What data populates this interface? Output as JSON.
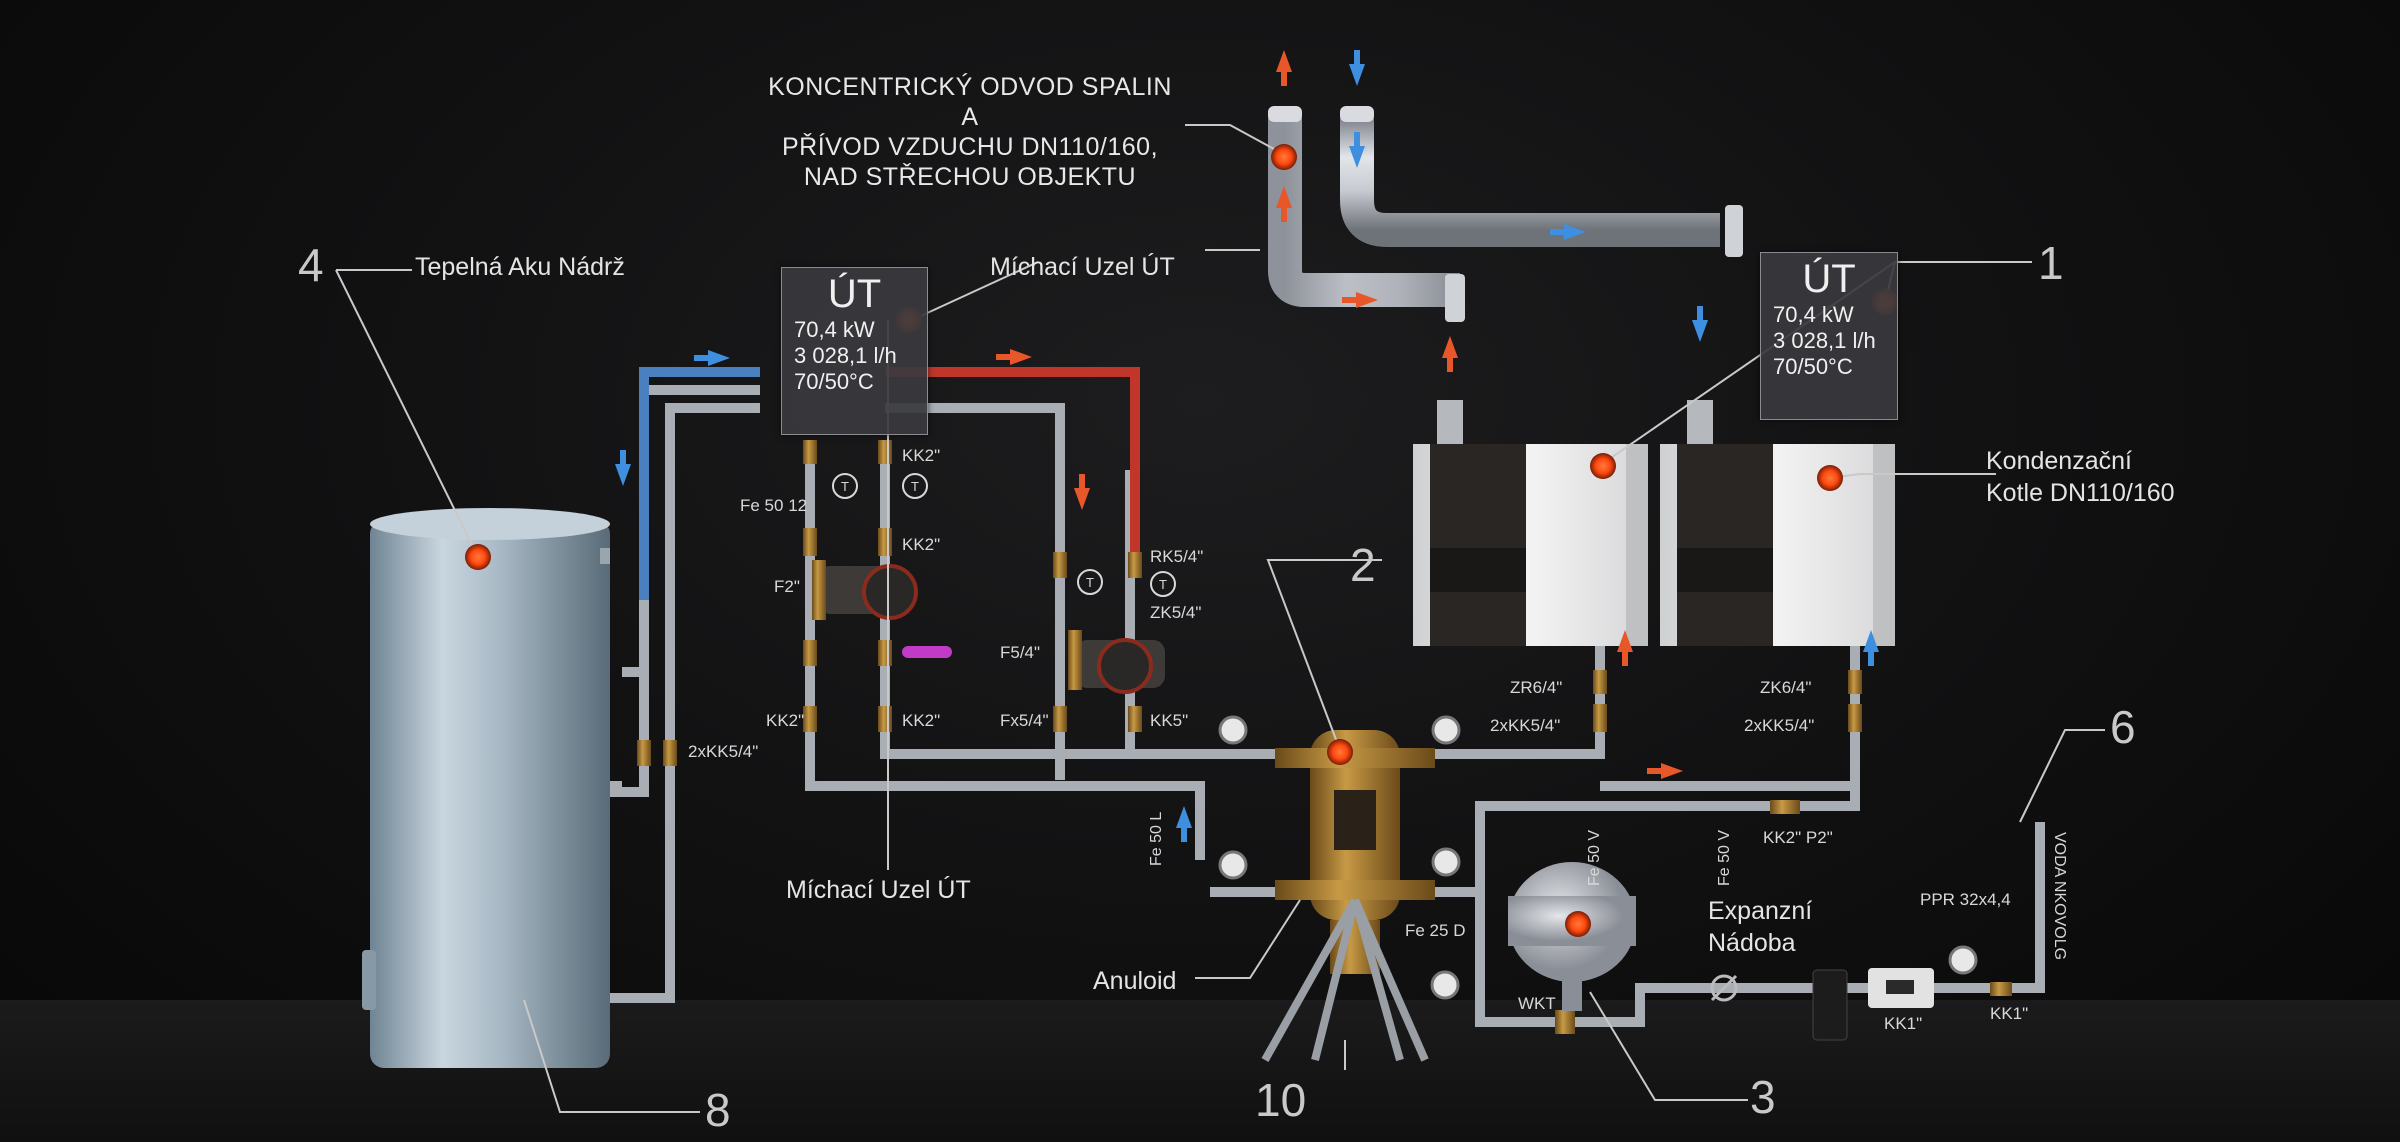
{
  "labels": {
    "flue_line1": "KONCENTRICKÝ ODVOD SPALIN A",
    "flue_line2": "PŘÍVOD VZDUCHU DN110/160,",
    "flue_line3": "NAD STŘECHOU OBJEKTU",
    "tank": "Tepelná Aku Nádrž",
    "mixing_top": "Míchací Uzel ÚT",
    "mixing_bottom": "Míchací Uzel ÚT",
    "boilers_line1": "Kondenzační",
    "boilers_line2": "Kotle DN110/160",
    "expansion_line1": "Expanzní",
    "expansion_line2": "Nádoba",
    "anuloid": "Anuloid"
  },
  "numbers": {
    "n1": "1",
    "n2": "2",
    "n3": "3",
    "n4": "4",
    "n6": "6",
    "n8": "8",
    "n10": "10"
  },
  "panel_left": {
    "title": "ÚT",
    "power": "70,4 kW",
    "flow": "3 028,1 l/h",
    "temp": "70/50°C"
  },
  "panel_right": {
    "title": "ÚT",
    "power": "70,4 kW",
    "flow": "3 028,1 l/h",
    "temp": "70/50°C"
  },
  "pipe_labels": {
    "tank_valves": "2xKK5/4\"",
    "kk2_a": "KK2\"",
    "kk2_b": "KK2\"",
    "kk2_c": "KK2\"",
    "kk2_d": "KK2\"",
    "fe50_12": "Fe 50 12",
    "f2": "F2\"",
    "rk54": "RK5/4\"",
    "zk54": "ZK5/4\"",
    "f54": "F5/4\"",
    "fx54": "Fx5/4\"",
    "kk5": "KK5\"",
    "zr64": "ZR6/4\"",
    "kk54_left": "2xKK5/4\"",
    "zk64": "ZK6/4\"",
    "kk54_right": "2xKK5/4\"",
    "fe50l": "Fe 50 L",
    "fe50v_a": "Fe 50 V",
    "fe50v_b": "Fe 50 V",
    "kk2_p2_a": "KK2\"",
    "kk2_p2_b": "P2\"",
    "fe25d": "Fe 25 D",
    "wkt": "WKT",
    "kk1_a": "KK1\"",
    "kk1_b": "KK1\"",
    "ppr": "PPR 32x4,4",
    "voda": "VODA NKOVOLG"
  },
  "icons": [
    "thermometer-icon",
    "pressure-gauge-icon",
    "hotspot-marker-icon",
    "flow-arrow-icon"
  ],
  "colors": {
    "hot_arrow": "#e8572a",
    "cold_arrow": "#3f8fe0",
    "hotspot": "#ff5a1f",
    "pipe_hot": "#c0392b",
    "pipe_cold": "#4a7fc0",
    "pipe_steel": "#b9bcc2",
    "brass": "#b5892f"
  }
}
